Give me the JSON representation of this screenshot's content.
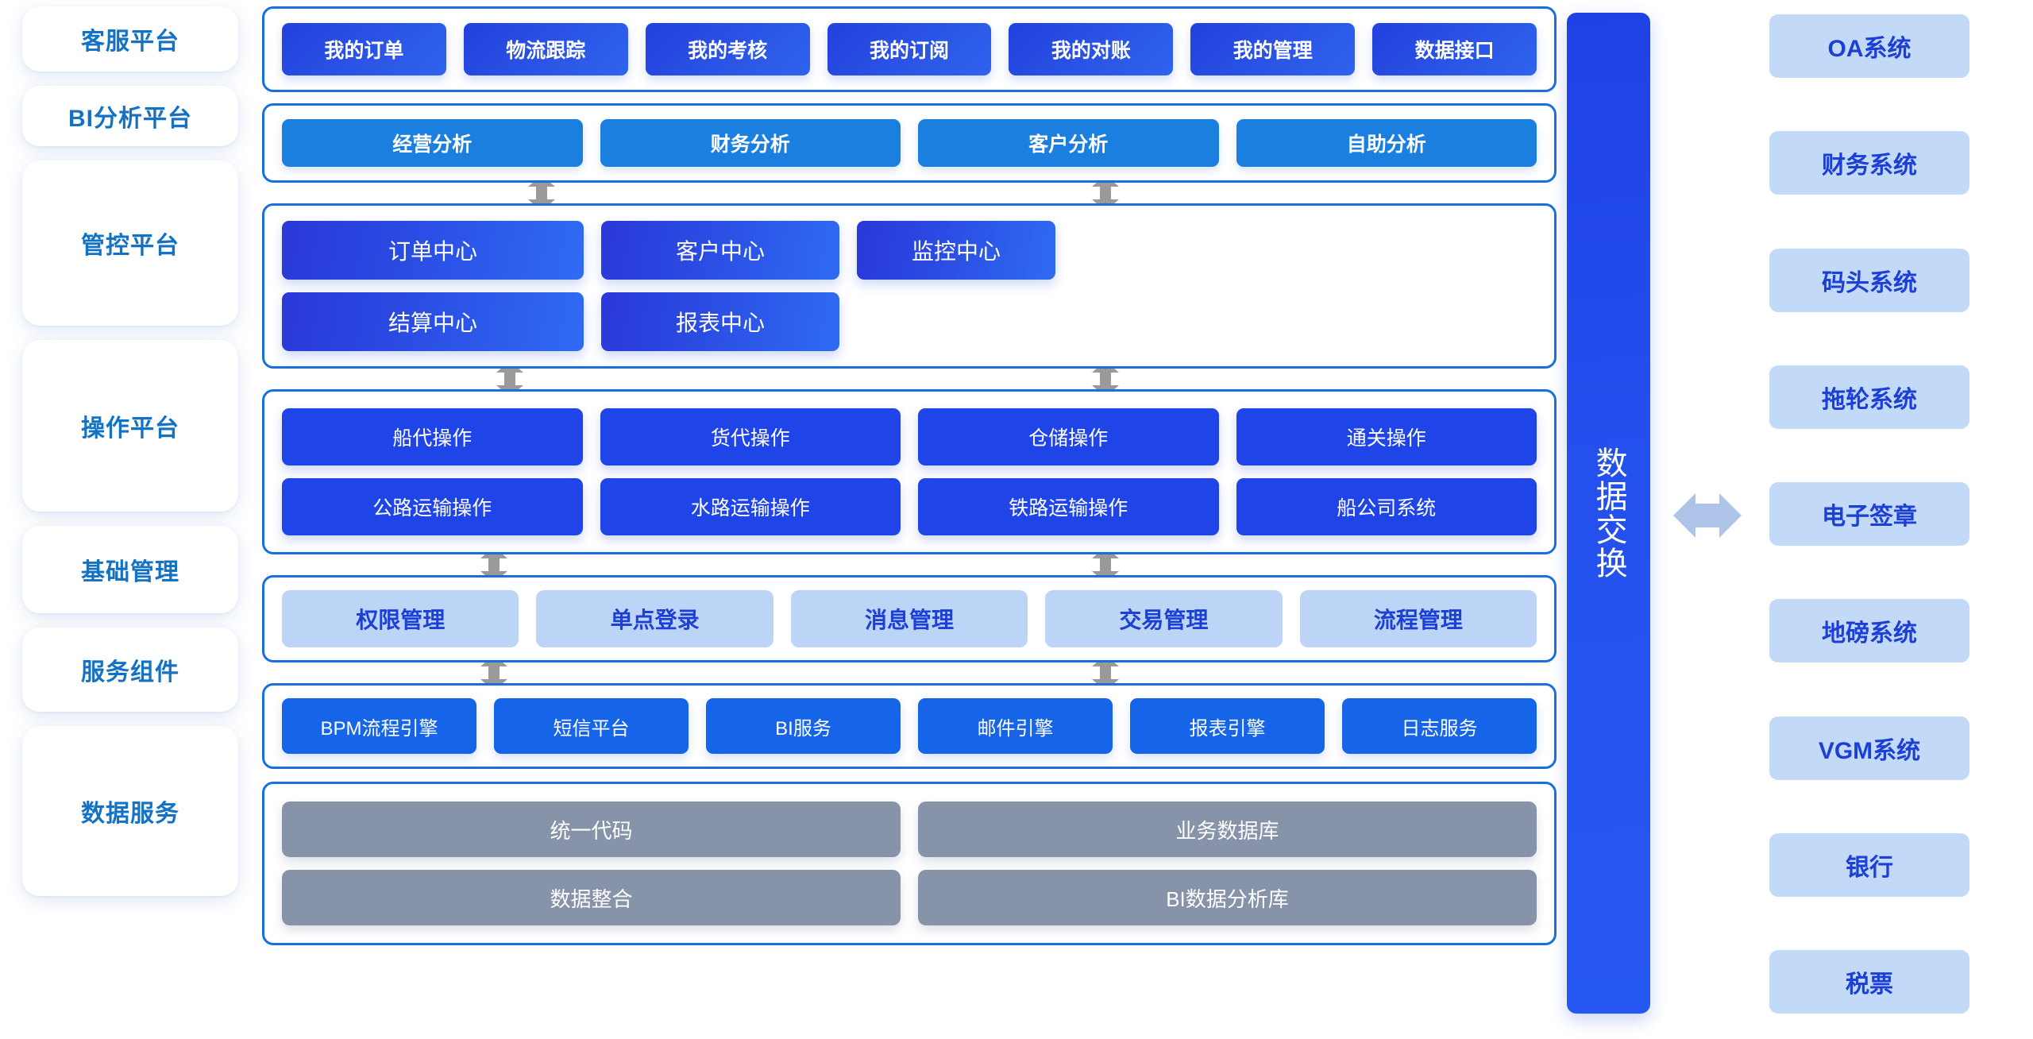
{
  "sidebar": {
    "items": [
      {
        "label": "客服平台"
      },
      {
        "label": "BI分析平台"
      },
      {
        "label": "管控平台"
      },
      {
        "label": "操作平台"
      },
      {
        "label": "基础管理"
      },
      {
        "label": "服务组件"
      },
      {
        "label": "数据服务"
      }
    ]
  },
  "layers": {
    "customer_service": {
      "rows": [
        [
          "我的订单",
          "物流跟踪",
          "我的考核",
          "我的订阅",
          "我的对账",
          "我的管理",
          "数据接口"
        ]
      ]
    },
    "bi_platform": {
      "rows": [
        [
          "经营分析",
          "财务分析",
          "客户分析",
          "自助分析"
        ]
      ]
    },
    "control_platform": {
      "rows": [
        [
          "订单中心",
          "客户中心",
          "监控中心"
        ],
        [
          "结算中心",
          "报表中心"
        ]
      ]
    },
    "operation_platform": {
      "rows": [
        [
          "船代操作",
          "货代操作",
          "仓储操作",
          "通关操作"
        ],
        [
          "公路运输操作",
          "水路运输操作",
          "铁路运输操作",
          "船公司系统"
        ]
      ]
    },
    "basic_management": {
      "rows": [
        [
          "权限管理",
          "单点登录",
          "消息管理",
          "交易管理",
          "流程管理"
        ]
      ]
    },
    "service_components": {
      "rows": [
        [
          "BPM流程引擎",
          "短信平台",
          "BI服务",
          "邮件引擎",
          "报表引擎",
          "日志服务"
        ]
      ]
    },
    "data_services": {
      "rows": [
        [
          "统一代码",
          "业务数据库"
        ],
        [
          "数据整合",
          "BI数据分析库"
        ]
      ]
    }
  },
  "exchange": {
    "label": "数据交换"
  },
  "external_systems": {
    "items": [
      {
        "label": "OA系统"
      },
      {
        "label": "财务系统"
      },
      {
        "label": "码头系统"
      },
      {
        "label": "拖轮系统"
      },
      {
        "label": "电子签章"
      },
      {
        "label": "地磅系统"
      },
      {
        "label": "VGM系统"
      },
      {
        "label": "银行"
      },
      {
        "label": "税票"
      }
    ]
  },
  "colors": {
    "accent_blue": "#1a6fe0",
    "deep_blue": "#2340dd",
    "bright_blue": "#1664e8",
    "light_blue": "#c3d9f8",
    "pale_blue_chip": "#bcd5f7",
    "gray_chip": "#8793a8",
    "label_blue": "#1472c4",
    "arrow_gray": "#9a9a9a",
    "arrow_blue_gray": "#aec3e8"
  }
}
